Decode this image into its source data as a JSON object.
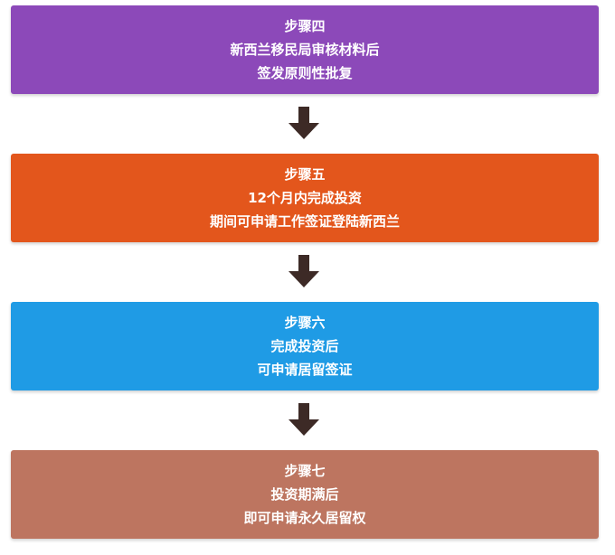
{
  "steps": [
    {
      "title": "步骤四",
      "line1": "新西兰移民局审核材料后",
      "line2": "签发原则性批复",
      "color": "#8c49b9"
    },
    {
      "title": "步骤五",
      "line1": "12个月内完成投资",
      "line2": "期间可申请工作签证登陆新西兰",
      "color": "#e3561c"
    },
    {
      "title": "步骤六",
      "line1": "完成投资后",
      "line2": "可申请居留签证",
      "color": "#1f9be5"
    },
    {
      "title": "步骤七",
      "line1": "投资期满后",
      "line2": "即可申请永久居留权",
      "color": "#bd7560"
    }
  ],
  "arrow_color": "#3d2a26"
}
